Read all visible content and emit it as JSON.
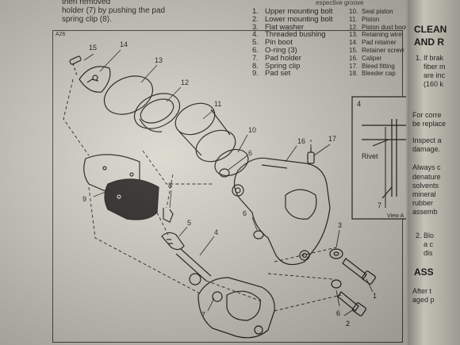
{
  "intro": {
    "line1": "then removed",
    "line2": "holder (7) by pushing the pad",
    "line3": "spring clip (8)."
  },
  "topright_text": "espective groove",
  "legend_left": [
    {
      "num": "1.",
      "label": "Upper mounting bolt"
    },
    {
      "num": "2.",
      "label": "Lower mounting bolt"
    },
    {
      "num": "3.",
      "label": "Flat washer"
    },
    {
      "num": "4.",
      "label": "Threaded bushing"
    },
    {
      "num": "5.",
      "label": "Pin boot"
    },
    {
      "num": "6.",
      "label": "O-ring (3)"
    },
    {
      "num": "7.",
      "label": "Pad holder"
    },
    {
      "num": "8.",
      "label": "Spring clip"
    },
    {
      "num": "9.",
      "label": "Pad set"
    }
  ],
  "legend_right": [
    {
      "num": "10.",
      "label": "Seal piston"
    },
    {
      "num": "11.",
      "label": "Piston"
    },
    {
      "num": "12.",
      "label": "Piston dust boot"
    },
    {
      "num": "13.",
      "label": "Retaining wire"
    },
    {
      "num": "14.",
      "label": "Pad retainer"
    },
    {
      "num": "15.",
      "label": "Retainer screw"
    },
    {
      "num": "16.",
      "label": "Caliper"
    },
    {
      "num": "17.",
      "label": "Bleed fitting"
    },
    {
      "num": "18.",
      "label": "Bleeder cap"
    }
  ],
  "figure_code": "A26",
  "part_labels": {
    "p1": "1",
    "p2": "2",
    "p3": "3",
    "p4": "4",
    "p5": "5",
    "p6a": "6",
    "p6b": "6",
    "p6c": "6",
    "p7": "7",
    "p8": "8",
    "p9": "9",
    "p10": "10",
    "p11": "11",
    "p12": "12",
    "p13": "13",
    "p14": "14",
    "p15": "15",
    "p16": "16",
    "p17": "17",
    "inset_4": "4",
    "inset_rivet": "Rivet",
    "inset_7": "7",
    "inset_view": "View A"
  },
  "facing_page": {
    "heading1": "CLEAN",
    "heading2": "AND R",
    "t1": "1. If brak",
    "t2": "fiber m",
    "t3": "are inc",
    "t4": "(160 k",
    "t5": "For corre",
    "t6": "be replace",
    "t7": "Inspect a",
    "t8": "damage.",
    "t9": "Always c",
    "t10": "denature",
    "t11": "solvents",
    "t12": "mineral",
    "t13": "rubber",
    "t14": "assemb",
    "t15": "2. Blo",
    "t16": "a c",
    "t17": "dis",
    "heading3": "ASS",
    "t18": "After t",
    "t19": "aged p"
  }
}
